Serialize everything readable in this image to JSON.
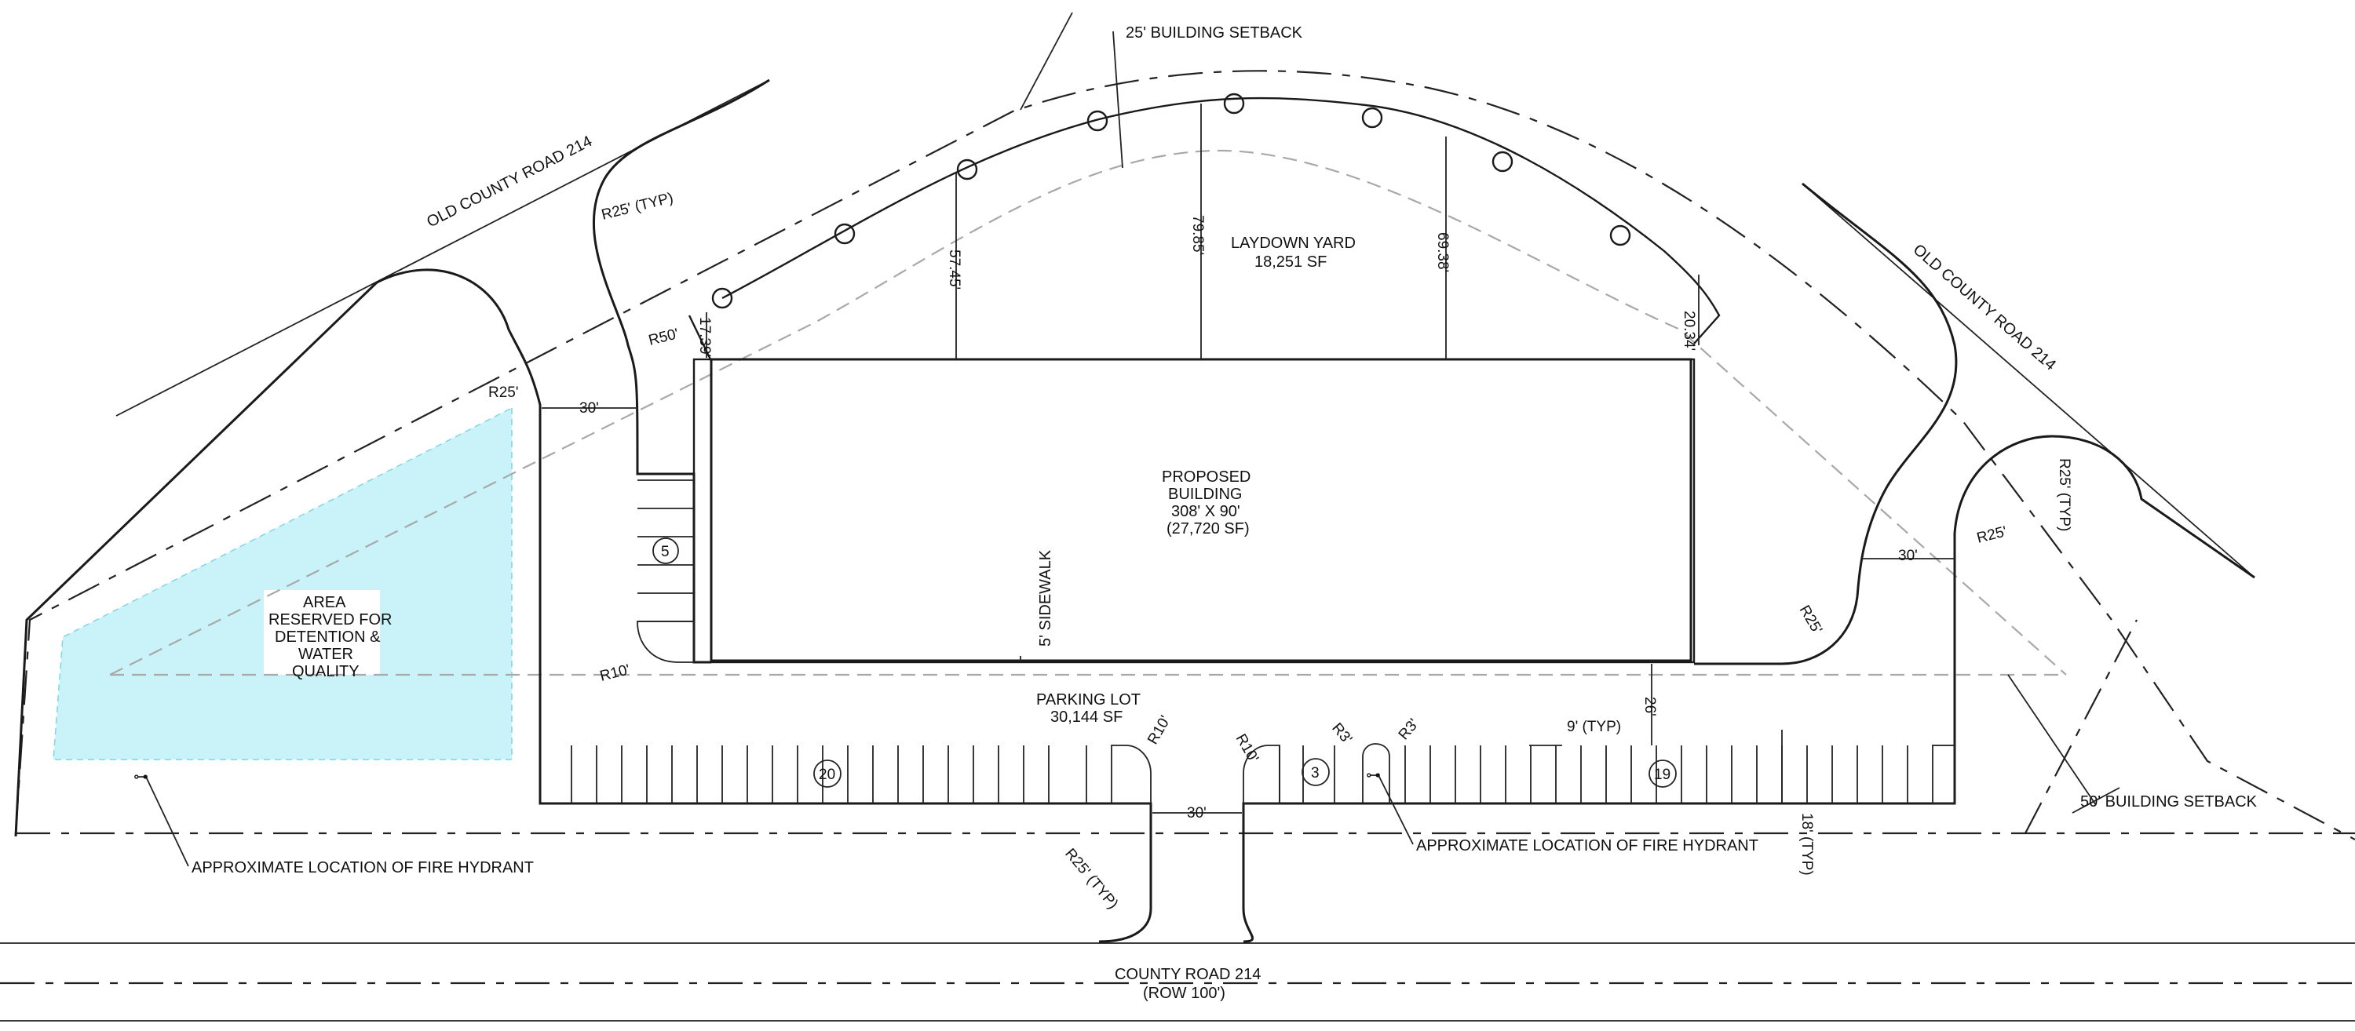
{
  "labels": {
    "road_old_county_left": "OLD COUNTY ROAD 214",
    "road_old_county_right": "OLD COUNTY ROAD 214",
    "county_road": "COUNTY ROAD 214",
    "county_road_row": "(ROW 100')",
    "setback_25": "25' BUILDING SETBACK",
    "setback_50": "50' BUILDING SETBACK",
    "laydown_title": "LAYDOWN YARD",
    "laydown_area": "18,251 SF",
    "building_line1": "PROPOSED",
    "building_line2": "BUILDING",
    "building_dims": "308' X 90'",
    "building_area": "(27,720 SF)",
    "parking_title": "PARKING LOT",
    "parking_area": "30,144 SF",
    "detention_line1": "AREA",
    "detention_line2": "RESERVED FOR",
    "detention_line3": "DETENTION &",
    "detention_line4": "WATER",
    "detention_line5": "QUALITY",
    "hydrant_left": "APPROXIMATE LOCATION OF FIRE HYDRANT",
    "hydrant_right": "APPROXIMATE LOCATION OF FIRE HYDRANT",
    "sidewalk": "5' SIDEWALK"
  },
  "dimensions": {
    "d_17_39": "17.39'",
    "d_57_45": "57.45'",
    "d_79_85": "79.85'",
    "d_69_38": "69.38'",
    "d_20_34": "20.34'",
    "d_30_left": "30'",
    "d_30_right": "30'",
    "d_30_bottom": "30'",
    "d_26": "26'",
    "d_9_typ": "9' (TYP)",
    "d_18_typ": "18' (TYP)"
  },
  "radii": {
    "r25_typ_top": "R25' (TYP)",
    "r50": "R50'",
    "r25_left": "R25'",
    "r10_left": "R10'",
    "r10_a": "R10'",
    "r10_b": "R10'",
    "r3_a": "R3'",
    "r3_b": "R3'",
    "r25_mid": "R25'",
    "r25_right": "R25'",
    "r25_typ_right": "R25' (TYP)",
    "r25_typ_bottom": "R25' (TYP)"
  },
  "parking_counts": {
    "left_column": "5",
    "bottom_left_row": "20",
    "bottom_mid_row": "3",
    "bottom_right_row": "19"
  },
  "colors": {
    "detention_fill": "#c9f3f9",
    "linework": "#1a1a1a",
    "setback_grey": "#a8a8a8"
  }
}
